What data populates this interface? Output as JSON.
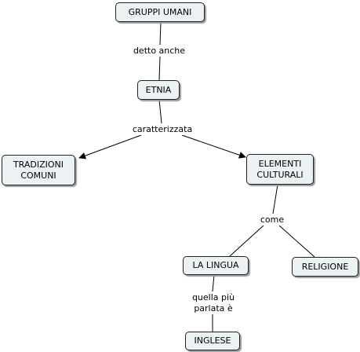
{
  "nodes": {
    "gruppi_umani": "GRUPPI  UMANI",
    "etnia": "ETNIA",
    "tradizioni_comuni": "TRADIZIONI\nCOMUNI",
    "elementi_culturali": "ELEMENTI\nCULTURALI",
    "la_lingua": "LA LINGUA",
    "religione": "RELIGIONE",
    "inglese": "INGLESE"
  },
  "links": {
    "detto_anche": "detto anche",
    "caratterizzata": "caratterizzata",
    "come": "come",
    "quella_piu_parlata": "quella più\nparlata è"
  },
  "colors": {
    "node_fill": "#ecf1f4",
    "node_border": "#222222",
    "line": "#000000"
  }
}
